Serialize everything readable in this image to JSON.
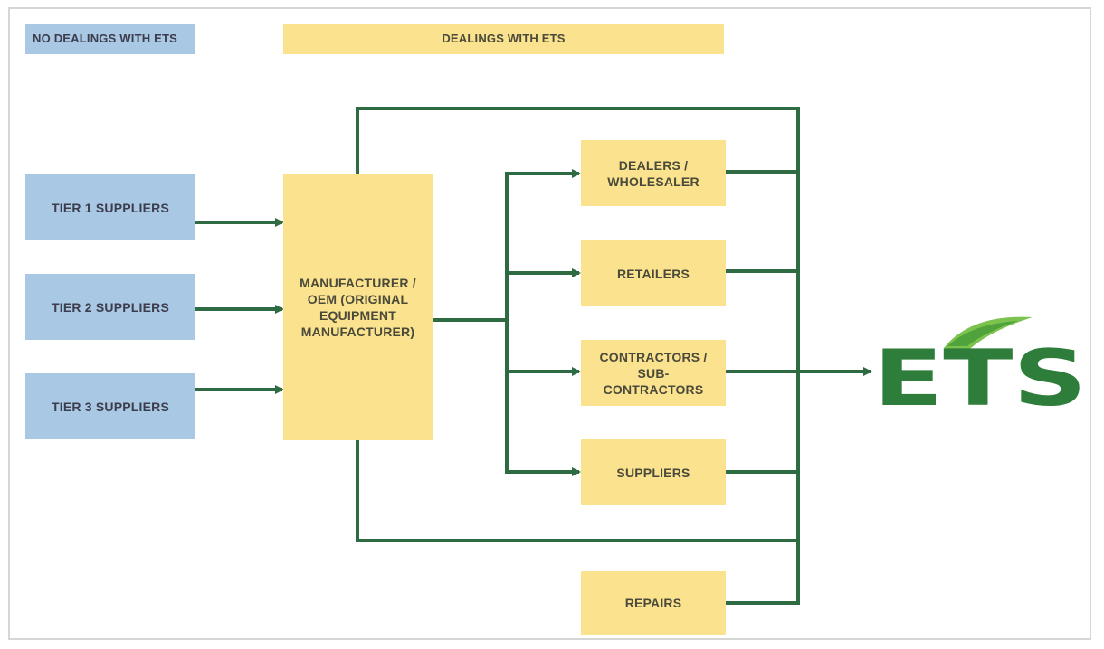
{
  "legend": {
    "no_dealings": "NO DEALINGS WITH ETS",
    "dealings": "DEALINGS WITH ETS"
  },
  "colors": {
    "no_dealings": "#a8c8e4",
    "dealings": "#fbe28e",
    "connector": "#2e6b42",
    "logo_green": "#2e7d3a",
    "logo_leaf": "#7cc24e"
  },
  "suppliers": [
    {
      "label": "TIER 1 SUPPLIERS"
    },
    {
      "label": "TIER 2 SUPPLIERS"
    },
    {
      "label": "TIER 3 SUPPLIERS"
    }
  ],
  "manufacturer": {
    "label": "MANUFACTURER /\nOEM (ORIGINAL\nEQUIPMENT\nMANUFACTURER)"
  },
  "channels": [
    {
      "label": "DEALERS /\nWHOLESALER"
    },
    {
      "label": "RETAILERS"
    },
    {
      "label": "CONTRACTORS /\nSUB-CONTRACTORS"
    },
    {
      "label": "SUPPLIERS"
    },
    {
      "label": "REPAIRS"
    }
  ],
  "logo": {
    "text": "ETS",
    "icon": "leaf-icon"
  }
}
